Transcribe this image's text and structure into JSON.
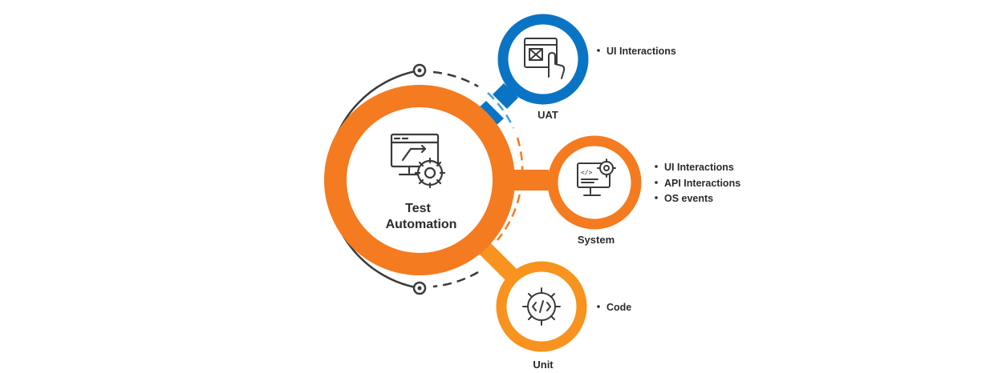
{
  "center": {
    "line1": "Test",
    "line2": "Automation",
    "icon": "monitor-gear-icon"
  },
  "colors": {
    "orange": "#f47b20",
    "blue": "#0a74c4",
    "light_orange": "#f7931e",
    "dark": "#3a3a3a",
    "light_blue": "#3aa0e0"
  },
  "nodes": [
    {
      "id": "uat",
      "label": "UAT",
      "icon": "browser-click-icon",
      "bullets": [
        "UI Interactions"
      ]
    },
    {
      "id": "system",
      "label": "System",
      "icon": "monitor-code-gear-icon",
      "bullets": [
        "UI Interactions",
        "API Interactions",
        "OS events"
      ]
    },
    {
      "id": "unit",
      "label": "Unit",
      "icon": "gear-code-icon",
      "bullets": [
        "Code"
      ]
    }
  ]
}
